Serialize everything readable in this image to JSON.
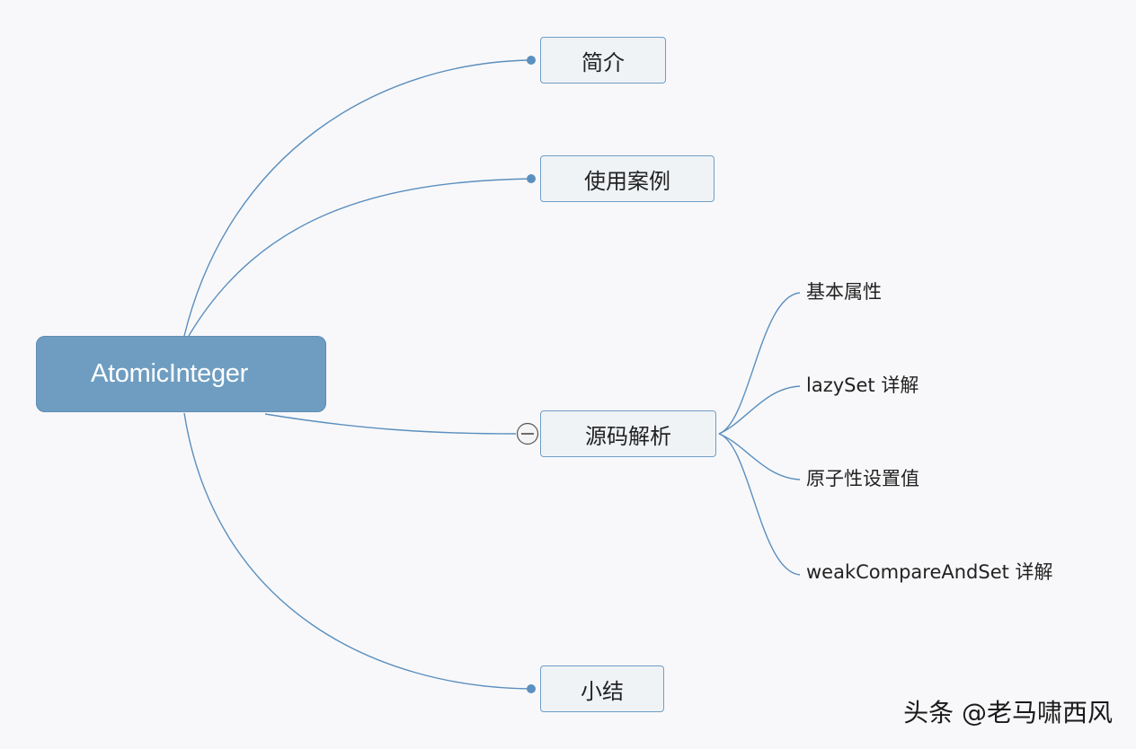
{
  "central": {
    "label": "AtomicInteger"
  },
  "topics": [
    {
      "label": "简介"
    },
    {
      "label": "使用案例"
    },
    {
      "label": "源码解析",
      "collapse_symbol": "−"
    },
    {
      "label": "小结"
    }
  ],
  "subtopics": [
    {
      "label": "基本属性"
    },
    {
      "label": "lazySet 详解"
    },
    {
      "label": "原子性设置值"
    },
    {
      "label": "weakCompareAndSet 详解"
    }
  ],
  "watermark": {
    "text": "头条 @老马啸西风"
  },
  "colors": {
    "background": "#f8f8fa",
    "central_fill": "#6e9dc1",
    "edge": "#5b8fbe",
    "topic_border": "#6f9ec6",
    "topic_fill": "#f0f3f6"
  }
}
